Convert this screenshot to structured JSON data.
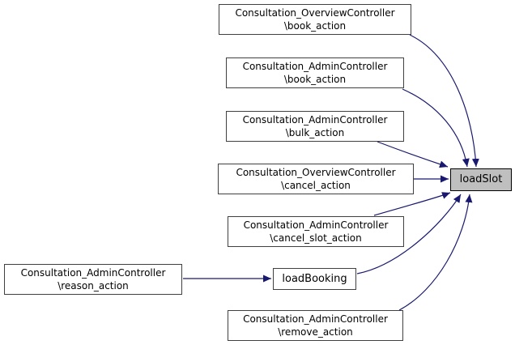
{
  "diagram": {
    "type": "caller-graph",
    "target_function": "loadSlot",
    "colors": {
      "edge": "#191970",
      "node_fill": "#ffffff",
      "node_border": "#404040",
      "target_fill": "#bfbfbf",
      "text": "#000000"
    }
  },
  "nodes": {
    "ov_book": {
      "line1": "Consultation_OverviewController",
      "line2": "\\book_action"
    },
    "ad_book": {
      "line1": "Consultation_AdminController",
      "line2": "\\book_action"
    },
    "ad_bulk": {
      "line1": "Consultation_AdminController",
      "line2": "\\bulk_action"
    },
    "ov_cancel": {
      "line1": "Consultation_OverviewController",
      "line2": "\\cancel_action"
    },
    "ad_cancel_slot": {
      "line1": "Consultation_AdminController",
      "line2": "\\cancel_slot_action"
    },
    "ad_reason": {
      "line1": "Consultation_AdminController",
      "line2": "\\reason_action"
    },
    "load_booking": {
      "label": "loadBooking"
    },
    "ad_remove": {
      "line1": "Consultation_AdminController",
      "line2": "\\remove_action"
    },
    "load_slot": {
      "label": "loadSlot"
    }
  },
  "edges": [
    {
      "from": "Consultation_OverviewController\\book_action",
      "to": "loadSlot"
    },
    {
      "from": "Consultation_AdminController\\book_action",
      "to": "loadSlot"
    },
    {
      "from": "Consultation_AdminController\\bulk_action",
      "to": "loadSlot"
    },
    {
      "from": "Consultation_OverviewController\\cancel_action",
      "to": "loadSlot"
    },
    {
      "from": "Consultation_AdminController\\cancel_slot_action",
      "to": "loadSlot"
    },
    {
      "from": "Consultation_AdminController\\reason_action",
      "to": "loadBooking"
    },
    {
      "from": "loadBooking",
      "to": "loadSlot"
    },
    {
      "from": "Consultation_AdminController\\remove_action",
      "to": "loadSlot"
    }
  ]
}
